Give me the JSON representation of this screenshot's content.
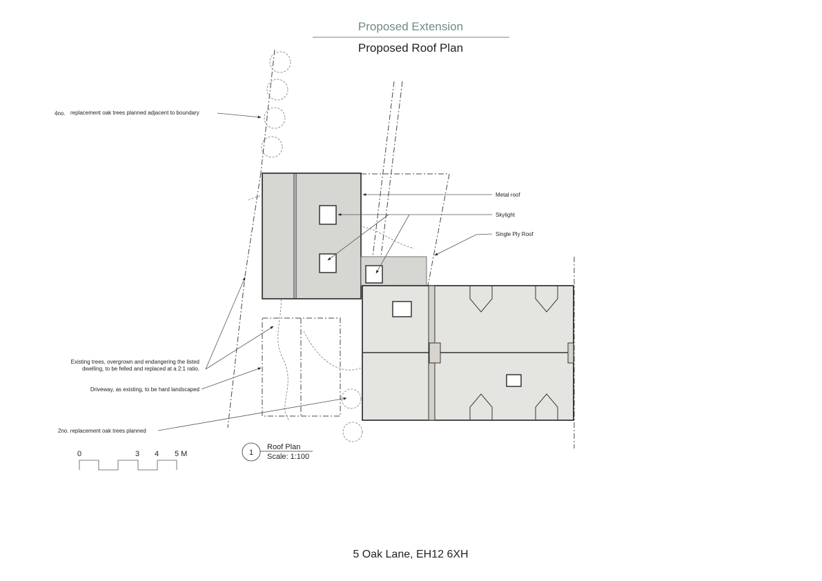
{
  "header": {
    "subtitle": "Proposed Extension",
    "title": "Proposed Roof Plan"
  },
  "annotations": {
    "oak_trees_boundary_qty": "4no.",
    "oak_trees_boundary": "replacement oak trees planned adjacent to boundary",
    "metal_roof": "Metal roof",
    "skylight": "Skylight",
    "single_ply_roof": "Single Ply Roof",
    "existing_trees_line1": "Existing trees, overgrown and endangering the listed",
    "existing_trees_line2": "dwelling, to be felled and replaced at a 2:1 ratio.",
    "driveway": "Driveway, as existing, to be hard landscaped",
    "oak_trees_2": "2no. replacement oak trees planned"
  },
  "scale_bar": {
    "labels": [
      "0",
      "3",
      "4",
      "5 M"
    ]
  },
  "drawing_label": {
    "number": "1",
    "title": "Roof Plan",
    "scale": "Scale: 1:100"
  },
  "footer": {
    "address": "5 Oak Lane, EH12 6XH"
  },
  "colors": {
    "accent": "#6f8a88",
    "roof_dark": "#d6d6d2",
    "roof_light": "#e4e4e0"
  }
}
